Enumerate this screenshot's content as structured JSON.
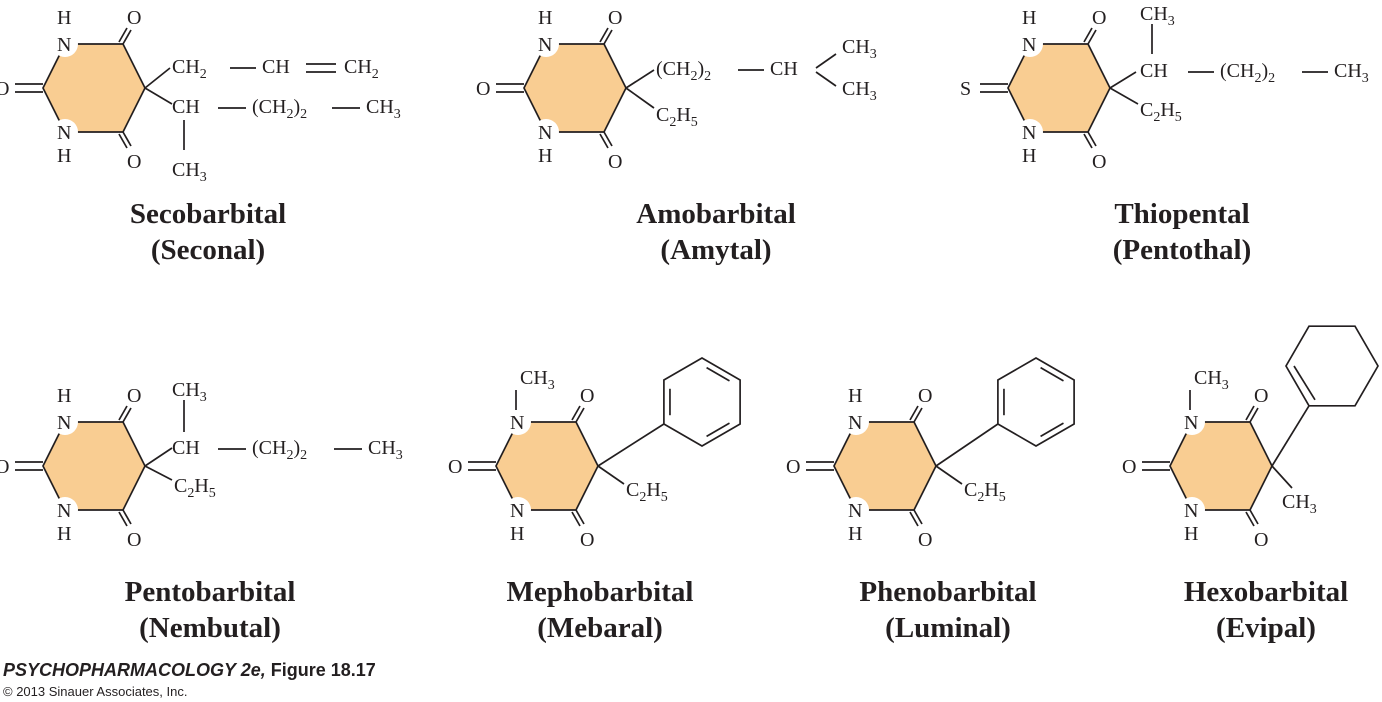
{
  "colors": {
    "ring_fill": "#f9cd92",
    "ink": "#231f20",
    "background": "#ffffff"
  },
  "compounds": [
    {
      "name": "Secobarbital",
      "trade": "(Seconal)"
    },
    {
      "name": "Amobarbital",
      "trade": "(Amytal)"
    },
    {
      "name": "Thiopental",
      "trade": "(Pentothal)"
    },
    {
      "name": "Pentobarbital",
      "trade": "(Nembutal)"
    },
    {
      "name": "Mephobarbital",
      "trade": "(Mebaral)"
    },
    {
      "name": "Phenobarbital",
      "trade": "(Luminal)"
    },
    {
      "name": "Hexobarbital",
      "trade": "(Evipal)"
    }
  ],
  "caption": {
    "book": "PSYCHOPHARMACOLOGY 2e,",
    "figure": "Figure 18.17"
  },
  "copyright": "© 2013 Sinauer Associates, Inc."
}
